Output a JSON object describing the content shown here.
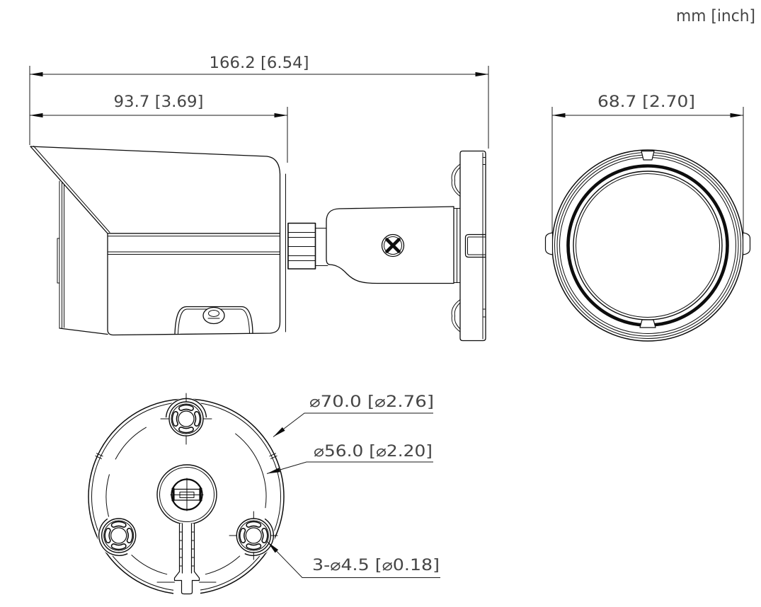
{
  "units_label": "mm [inch]",
  "dimensions": {
    "overall_length": "166.2 [6.54]",
    "body_length": "93.7 [3.69]",
    "front_diameter": "68.7 [2.70]",
    "base_outer_diameter": "⌀70.0 [⌀2.76]",
    "base_bolt_circle_diameter": "⌀56.0 [⌀2.20]",
    "mounting_holes": "3-⌀4.5 [⌀0.18]"
  },
  "colors": {
    "line": "#0d0d0d",
    "text": "#454545",
    "background": "#ffffff"
  }
}
